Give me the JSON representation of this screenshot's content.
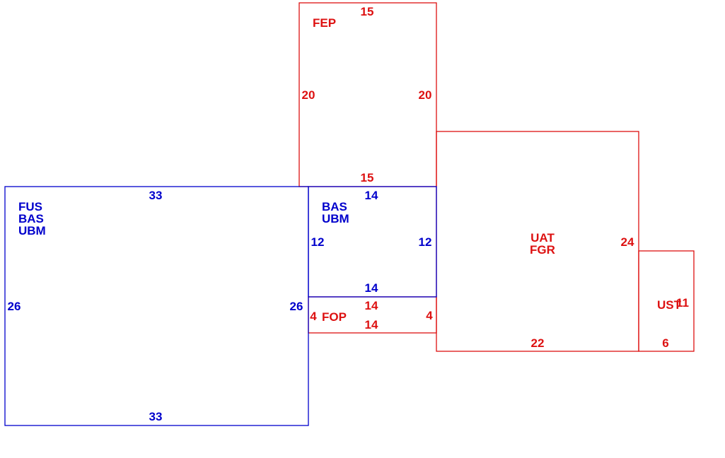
{
  "colors": {
    "living_area": "#0000cc",
    "other_area": "#dd1111",
    "background": "#ffffff"
  },
  "areas": {
    "fep": {
      "codes": [
        "FEP"
      ],
      "dims": {
        "top": "15",
        "bottom": "15",
        "left": "20",
        "right": "20"
      }
    },
    "main": {
      "codes": [
        "FUS",
        "BAS",
        "UBM"
      ],
      "dims": {
        "top": "33",
        "bottom": "33",
        "left": "26",
        "right": "26"
      }
    },
    "mid": {
      "codes": [
        "BAS",
        "UBM"
      ],
      "dims": {
        "top": "14",
        "bottom": "14",
        "left": "12",
        "right": "12"
      }
    },
    "fop": {
      "codes": [
        "FOP"
      ],
      "dims": {
        "top": "14",
        "bottom": "14",
        "left": "4",
        "right": "4"
      }
    },
    "uat": {
      "codes": [
        "UAT",
        "FGR"
      ],
      "dims": {
        "bottom": "22",
        "right": "24"
      }
    },
    "ust": {
      "codes": [
        "UST"
      ],
      "dims": {
        "bottom": "6",
        "right": "11"
      }
    }
  }
}
